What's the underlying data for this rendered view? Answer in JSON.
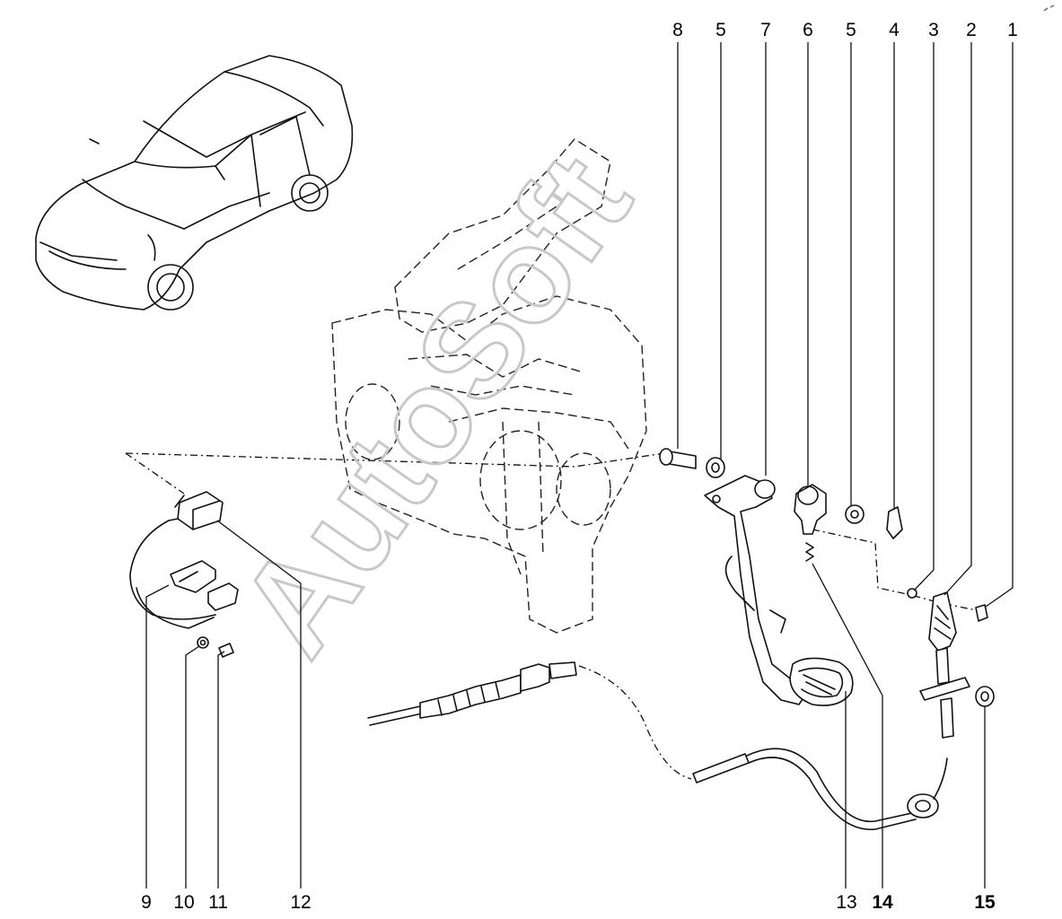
{
  "watermark": "AutoSoft",
  "callouts": {
    "c1": "1",
    "c2": "2",
    "c3": "3",
    "c4": "4",
    "c5a": "5",
    "c5b": "5",
    "c6": "6",
    "c7": "7",
    "c8": "8",
    "c9": "9",
    "c10": "10",
    "c11": "11",
    "c12": "12",
    "c13": "13",
    "c14": "14",
    "c15": "15"
  }
}
